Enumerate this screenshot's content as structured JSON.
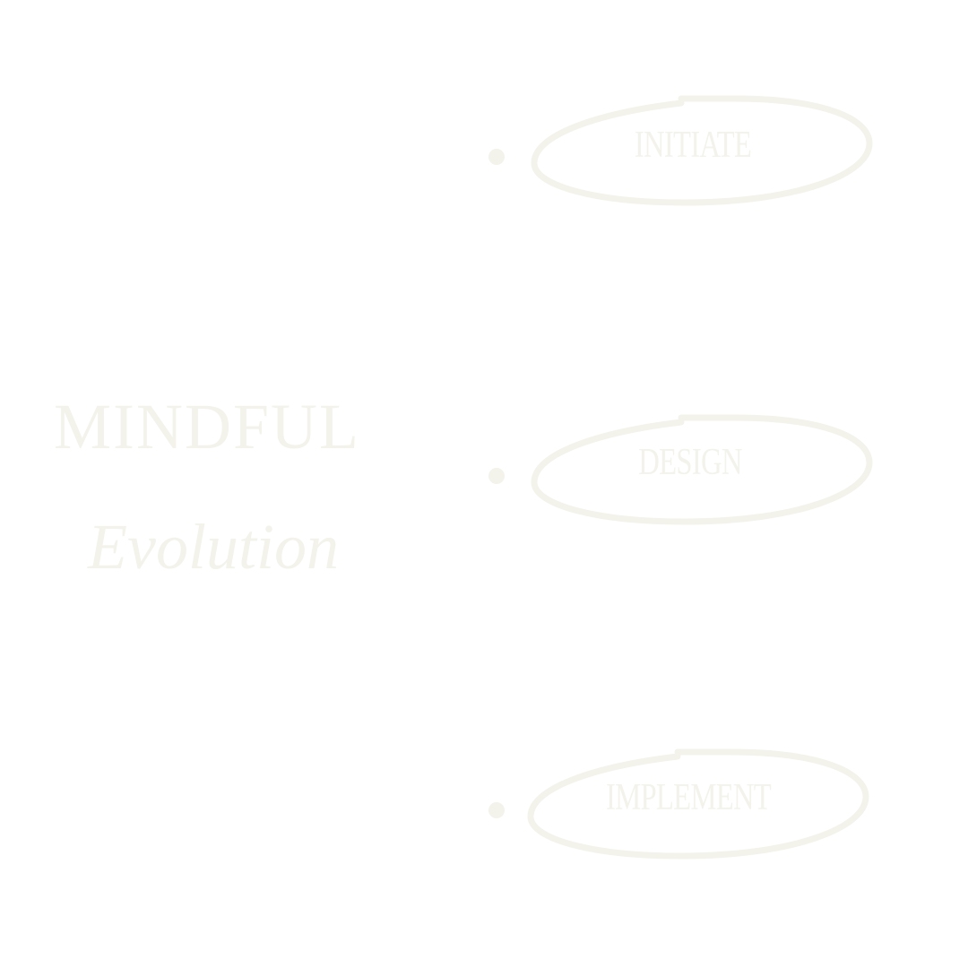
{
  "title": {
    "main": "MINDFUL",
    "sub": "Evolution"
  },
  "steps": [
    {
      "label": "INITIATE"
    },
    {
      "label": "DESIGN"
    },
    {
      "label": "IMPLEMENT"
    }
  ],
  "colors": {
    "background": "#ffffff",
    "ink": "#f3f3ec"
  }
}
